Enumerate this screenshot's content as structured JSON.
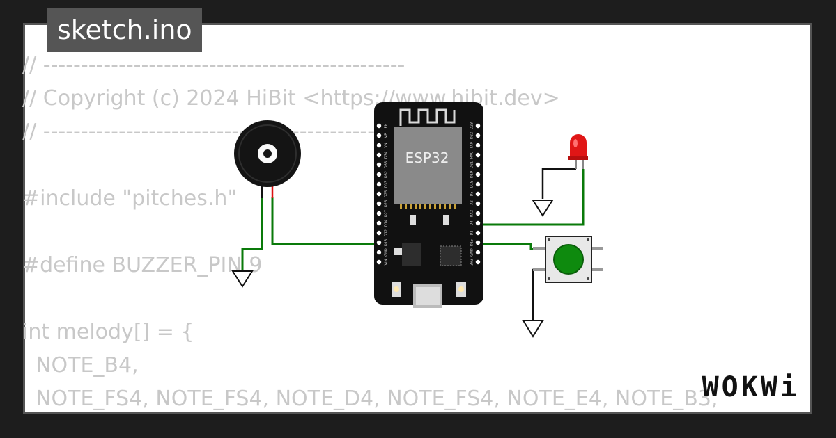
{
  "window": {
    "title": "sketch.ino"
  },
  "code": {
    "lines": [
      "// ------------------------------------------------",
      "// Copyright (c) 2024 HiBit <https://www.hibit.dev>",
      "// ------------------------------------------------",
      "",
      "#include \"pitches.h\"",
      "",
      "#define BUZZER_PIN 9",
      "",
      "int melody[] = {",
      "  NOTE_B4,",
      "  NOTE_FS4, NOTE_FS4, NOTE_D4, NOTE_FS4, NOTE_E4, NOTE_B3,"
    ]
  },
  "circuit": {
    "board_label": "ESP32",
    "left_pins": [
      "EN",
      "VP",
      "VN",
      "D34",
      "D35",
      "D32",
      "D33",
      "D25",
      "D26",
      "D27",
      "D14",
      "D12",
      "D13",
      "GND",
      "VIN"
    ],
    "right_pins": [
      "D23",
      "D22",
      "TX0",
      "RX0",
      "D21",
      "D19",
      "D18",
      "D5",
      "TX2",
      "RX2",
      "D4",
      "D2",
      "D15",
      "GND",
      "3V3"
    ],
    "colors": {
      "wire": "#0a7a0a",
      "led": "#e01616",
      "button": "#0e8a0e",
      "board": "#111111"
    },
    "icons": [
      "buzzer-icon",
      "led-icon",
      "pushbutton-icon",
      "ground-symbol-icon"
    ]
  },
  "brand": {
    "logo_text": "WOKWi"
  }
}
